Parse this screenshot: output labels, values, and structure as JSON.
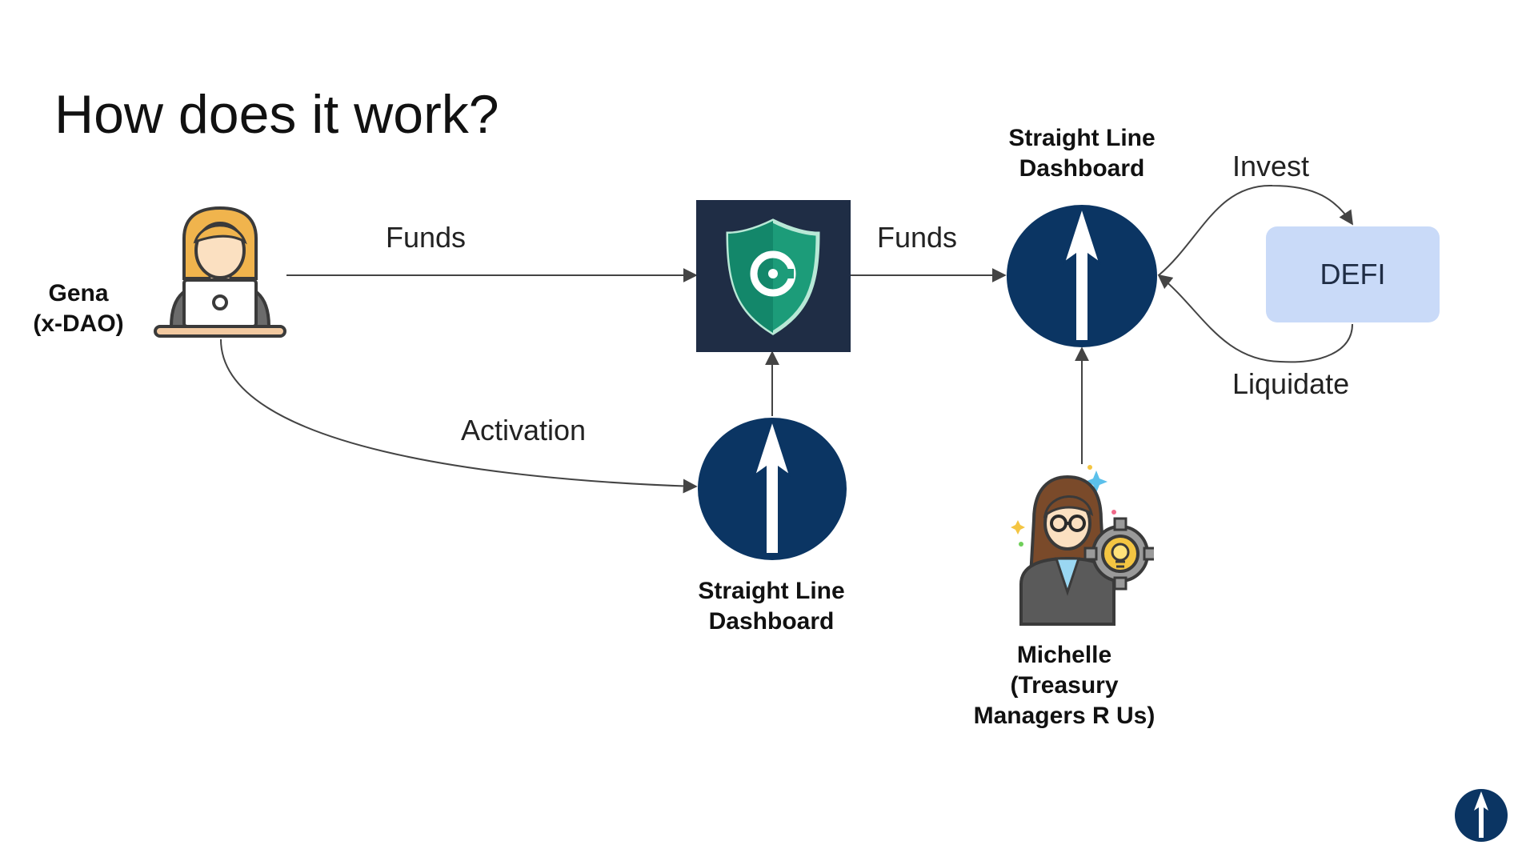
{
  "slide": {
    "title": "How does it work?"
  },
  "nodes": {
    "gena": {
      "label_line1": "Gena",
      "label_line2": "(x-DAO)",
      "icon": "woman-at-laptop-icon"
    },
    "vault": {
      "icon": "shield-logo-icon"
    },
    "dashboard_top": {
      "label_line1": "Straight Line",
      "label_line2": "Dashboard",
      "icon": "up-arrow-circle-icon"
    },
    "dashboard_bottom": {
      "label_line1": "Straight Line",
      "label_line2": "Dashboard",
      "icon": "up-arrow-circle-icon"
    },
    "michelle": {
      "label_line1": "Michelle",
      "label_line2": "(Treasury",
      "label_line3": "Managers R Us)",
      "icon": "businesswoman-idea-gear-icon"
    },
    "defi": {
      "label": "DEFI"
    }
  },
  "edges": {
    "funds_1": "Funds",
    "funds_2": "Funds",
    "activation": "Activation",
    "invest": "Invest",
    "liquidate": "Liquidate"
  },
  "colors": {
    "navy": "#0b3563",
    "vault_bg": "#1f2d45",
    "shield_green": "#17a37f",
    "defi_fill": "#c9daf8",
    "edge_line": "#444444"
  },
  "footer": {
    "icon": "up-arrow-circle-logo-icon"
  }
}
